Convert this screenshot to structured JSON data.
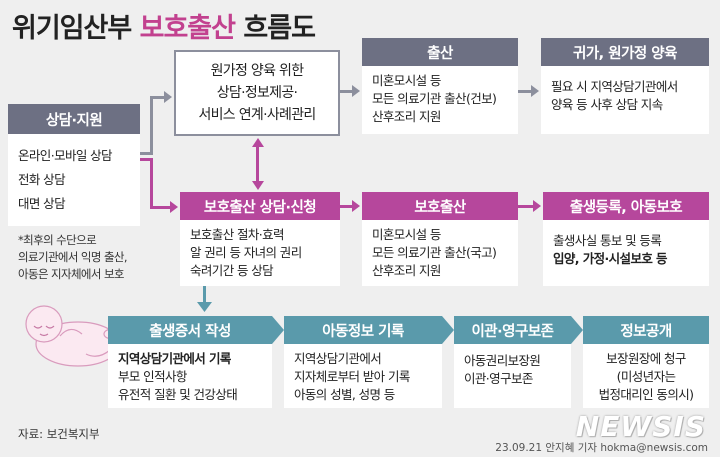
{
  "title": {
    "prefix": "위기임산부",
    "highlight": "보호출산",
    "suffix": "흐름도"
  },
  "counsel": {
    "header": "상담·지원",
    "items": [
      "온라인·모바일 상담",
      "전화 상담",
      "대면 상담"
    ]
  },
  "note": [
    "*최후의 수단으로",
    "의료기관에서 익명 출산,",
    "아동은 지자체에서 보호"
  ],
  "center": {
    "lines": [
      "원가정 양육 위한",
      "상담·정보제공·",
      "서비스 연계·사례관리"
    ]
  },
  "birth_gray": {
    "header": "출산",
    "items": [
      "미혼모시설 등",
      "모든 의료기관 출산(건보)",
      "산후조리 지원"
    ]
  },
  "return_home": {
    "header": "귀가, 원가정 양육",
    "items": [
      "필요 시 지역상담기관에서",
      "양육 등 사후 상담 지속"
    ]
  },
  "apply": {
    "header": "보호출산 상담·신청",
    "items": [
      "보호출산 절차·효력",
      "알 권리 등 자녀의 권리",
      "숙려기간 등 상담"
    ]
  },
  "birth_pink": {
    "header": "보호출산",
    "items": [
      "미혼모시설 등",
      "모든 의료기관 출산(국고)",
      "산후조리 지원"
    ]
  },
  "register": {
    "header": "출생등록, 아동보호",
    "items": [
      "출생사실 통보 및 등록",
      "입양, 가정·시설보호 등"
    ]
  },
  "cert": {
    "header": "출생증서 작성",
    "items": [
      "지역상담기관에서 기록",
      "부모 인적사항",
      "유전적 질환 및 건강상태"
    ]
  },
  "childinfo": {
    "header": "아동정보 기록",
    "items": [
      "지역상담기관에서",
      "지자체로부터 받아 기록",
      "아동의 성별, 성명 등"
    ]
  },
  "transfer": {
    "header": "이관·영구보존",
    "items": [
      "아동권리보장원",
      "이관·영구보존"
    ]
  },
  "disclose": {
    "header": "정보공개",
    "items": [
      "보장원장에 청구",
      "(미성년자는",
      "법정대리인 동의시)"
    ]
  },
  "source": "자료: 보건복지부",
  "credit": "23.09.21 안지혜 기자 hokma@newsis.com",
  "watermark": "NEWSIS",
  "colors": {
    "gray": "#6d7083",
    "pink": "#b6479c",
    "teal": "#5a9aab",
    "highlight": "#c2418f"
  }
}
